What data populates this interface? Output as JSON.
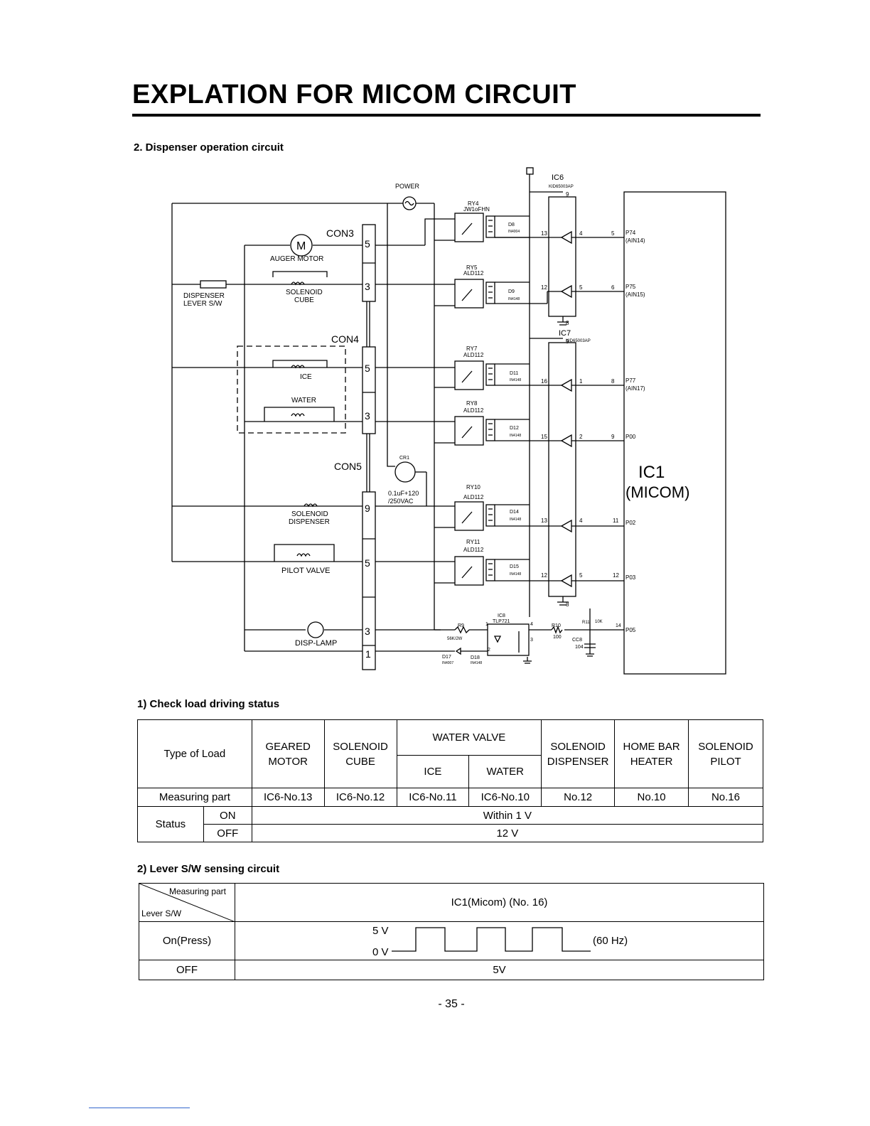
{
  "page": {
    "title": "EXPLATION FOR MICOM CIRCUIT",
    "section_heading": "2. Dispenser operation circuit",
    "page_number": "- 35 -"
  },
  "schematic": {
    "labels": {
      "power": "POWER",
      "ic6": "IC6",
      "ic6_part": "KID65003AP",
      "ic7": "IC7",
      "ic7_part": "KID65003AP",
      "ry4": "RY4",
      "ry4_part": "JW1oFHN",
      "ry5": "RY5",
      "ry5_part": "ALD112",
      "ry7": "RY7",
      "ry7_part": "ALD112",
      "ry8": "RY8",
      "ry8_part": "ALD112",
      "ry10": "RY10",
      "ry10_part": "ALD112",
      "ry11": "RY11",
      "ry11_part": "ALD112",
      "d8": "D8",
      "d8_part": "IN4004",
      "d9": "D9",
      "d9_part": "IN4148",
      "d11": "D11",
      "d11_part": "IN4148",
      "d12": "D12",
      "d12_part": "IN4148",
      "d14": "D14",
      "d14_part": "IN4148",
      "d15": "D15",
      "d15_part": "IN4148",
      "con3": "CON3",
      "con4": "CON4",
      "con5": "CON5",
      "auger_motor": "AUGER MOTOR",
      "motor_symbol": "M",
      "solenoid_cube_1": "SOLENOID",
      "solenoid_cube_2": "CUBE",
      "dispenser_lever_1": "DISPENSER",
      "dispenser_lever_2": "LEVER S/W",
      "ice": "ICE",
      "water": "WATER",
      "solenoid_dispenser_1": "SOLENOID",
      "solenoid_dispenser_2": "DISPENSER",
      "pilot_valve": "PILOT VALVE",
      "disp_lamp": "DISP-LAMP",
      "cr1": "CR1",
      "cr1_value_1": "0.1uF+120",
      "cr1_value_2": "/250VAC",
      "ic8": "IC8",
      "ic8_part": "TLP721",
      "r9": "R9",
      "r9_value": "56K/2W",
      "d17": "D17",
      "d17_part": "IN4007",
      "d18": "D18",
      "d18_part": "IN4148",
      "r10": "R10",
      "r10_value": "100",
      "r11": "R11",
      "r11_value": "10K",
      "cc8": "CC8",
      "cc8_value": "104",
      "ic1": "IC1",
      "micom": "(MICOM)",
      "p74": "P74",
      "ain14": "(AIN14)",
      "p75": "P75",
      "ain15": "(AIN15)",
      "p77": "P77",
      "ain17": "(AIN17)",
      "p00": "P00",
      "p02": "P02",
      "p03": "P03",
      "p05": "P05"
    },
    "connector_pins": [
      "5",
      "3",
      "5",
      "3",
      "9",
      "5",
      "3",
      "1"
    ],
    "pin_numbers": {
      "ic6_9": "9",
      "ic6_8": "8",
      "ic7_9": "9",
      "ic7_8": "8",
      "r1_in": "13",
      "r1_out": "4",
      "r1_mc": "5",
      "r2_in": "12",
      "r2_out": "5",
      "r2_mc": "6",
      "r3_in": "16",
      "r3_out": "1",
      "r3_mc": "8",
      "r4_in": "15",
      "r4_out": "2",
      "r4_mc": "9",
      "r5_in": "13",
      "r5_out": "4",
      "r5_mc": "11",
      "r6_in": "12",
      "r6_out": "5",
      "r6_mc": "12",
      "ic8_1": "1",
      "ic8_2": "2",
      "ic8_3": "3",
      "ic8_4": "4",
      "p05_pin": "14"
    }
  },
  "load_table": {
    "heading": "1) Check load driving status",
    "type_of_load": "Type of Load",
    "geared_motor": [
      "GEARED",
      "MOTOR"
    ],
    "solenoid_cube": [
      "SOLENOID",
      "CUBE"
    ],
    "water_valve": "WATER VALVE",
    "ice": "ICE",
    "water": "WATER",
    "solenoid_dispenser": [
      "SOLENOID",
      "DISPENSER"
    ],
    "home_bar_heater": [
      "HOME BAR",
      "HEATER"
    ],
    "solenoid_pilot": [
      "SOLENOID",
      "PILOT"
    ],
    "measuring_part": "Measuring part",
    "measuring_values": [
      "IC6-No.13",
      "IC6-No.12",
      "IC6-No.11",
      "IC6-No.10",
      "No.12",
      "No.10",
      "No.16"
    ],
    "status": "Status",
    "on": "ON",
    "off": "OFF",
    "on_value": "Within 1 V",
    "off_value": "12 V"
  },
  "lever_table": {
    "heading": "2) Lever S/W sensing circuit",
    "measuring_part": "Measuring part",
    "lever_sw": "Lever S/W",
    "column": "IC1(Micom) (No. 16)",
    "on_press": "On(Press)",
    "v5": "5 V",
    "v0": "0 V",
    "frequency": "(60 Hz)",
    "off": "OFF",
    "off_value": "5V"
  }
}
